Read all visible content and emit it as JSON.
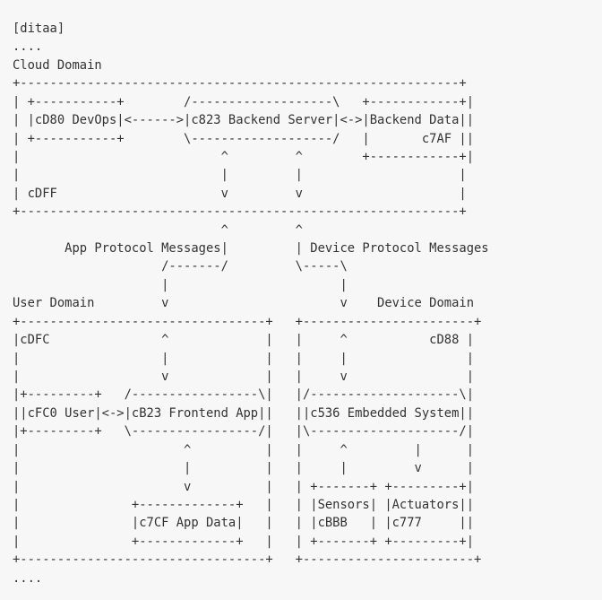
{
  "document": {
    "lines": [
      "[ditaa]",
      "....",
      "Cloud Domain",
      "+-----------------------------------------------------------+",
      "| +-----------+        /-------------------\\   +------------+|",
      "| |cD80 DevOps|<------>|c823 Backend Server|<->|Backend Data||",
      "| +-----------+        \\-------------------/   |       c7AF ||",
      "|                           ^         ^        +------------+|",
      "|                           |         |                     |",
      "| cDFF                      v         v                     |",
      "+-----------------------------------------------------------+",
      "                            ^         ^",
      "       App Protocol Messages|         | Device Protocol Messages",
      "                    /-------/         \\-----\\",
      "                    |                       |",
      "User Domain         v                       v    Device Domain",
      "+---------------------------------+   +-----------------------+",
      "|cDFC               ^             |   |     ^           cD88 |",
      "|                   |             |   |     |                |",
      "|                   v             |   |     v                |",
      "|+---------+   /-----------------\\|   |/--------------------\\|",
      "||cFC0 User|<->|cB23 Frontend App||   ||c536 Embedded System||",
      "|+---------+   \\-----------------/|   |\\--------------------/|",
      "|                      ^          |   |     ^         |      |",
      "|                      |          |   |     |         v      |",
      "|                      v          |   | +-------+ +---------+|",
      "|               +-------------+   |   | |Sensors| |Actuators||",
      "|               |c7CF App Data|   |   | |cBBB   | |c777     ||",
      "|               +-------------+   |   | +-------+ +---------+|",
      "+---------------------------------+   +-----------------------+",
      "...."
    ]
  }
}
